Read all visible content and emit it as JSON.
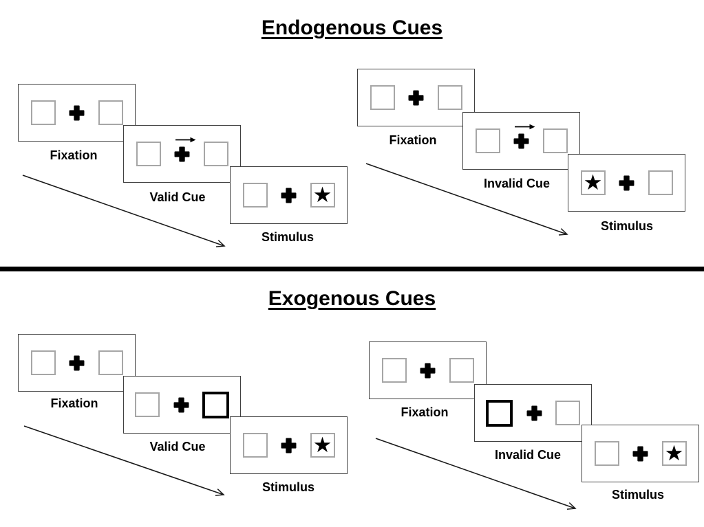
{
  "sections": [
    {
      "title": "Endogenous Cues",
      "groups": [
        {
          "name": "valid-trial",
          "panels": [
            {
              "label": "Fixation",
              "content": "two empty boxes with central cross"
            },
            {
              "label": "Valid Cue",
              "content": "central cross with arrow pointing right",
              "cue": "arrow-right"
            },
            {
              "label": "Stimulus",
              "content": "star in right box",
              "star_position": "right"
            }
          ]
        },
        {
          "name": "invalid-trial",
          "panels": [
            {
              "label": "Fixation",
              "content": "two empty boxes with central cross"
            },
            {
              "label": "Invalid Cue",
              "content": "central cross with arrow pointing right",
              "cue": "arrow-right"
            },
            {
              "label": "Stimulus",
              "content": "star in left box",
              "star_position": "left"
            }
          ]
        }
      ]
    },
    {
      "title": "Exogenous Cues",
      "groups": [
        {
          "name": "valid-trial",
          "panels": [
            {
              "label": "Fixation",
              "content": "two empty boxes with central cross"
            },
            {
              "label": "Valid Cue",
              "content": "right box highlighted bold",
              "cue": "bold-right-box"
            },
            {
              "label": "Stimulus",
              "content": "star in right box",
              "star_position": "right"
            }
          ]
        },
        {
          "name": "invalid-trial",
          "panels": [
            {
              "label": "Fixation",
              "content": "two empty boxes with central cross"
            },
            {
              "label": "Invalid Cue",
              "content": "left box highlighted bold",
              "cue": "bold-left-box"
            },
            {
              "label": "Stimulus",
              "content": "star in right box",
              "star_position": "right"
            }
          ]
        }
      ]
    }
  ],
  "symbols": {
    "star": "★",
    "fixation_cross": "plus-cross",
    "cue_arrow": "right-arrow",
    "timeline_arrow": "diagonal-down-right-arrow"
  },
  "colors": {
    "background": "#ffffff",
    "panel_border": "#404040",
    "box_border": "#a6a6a6",
    "cue_box_border": "#000000",
    "divider": "#000000",
    "ink": "#000000"
  }
}
